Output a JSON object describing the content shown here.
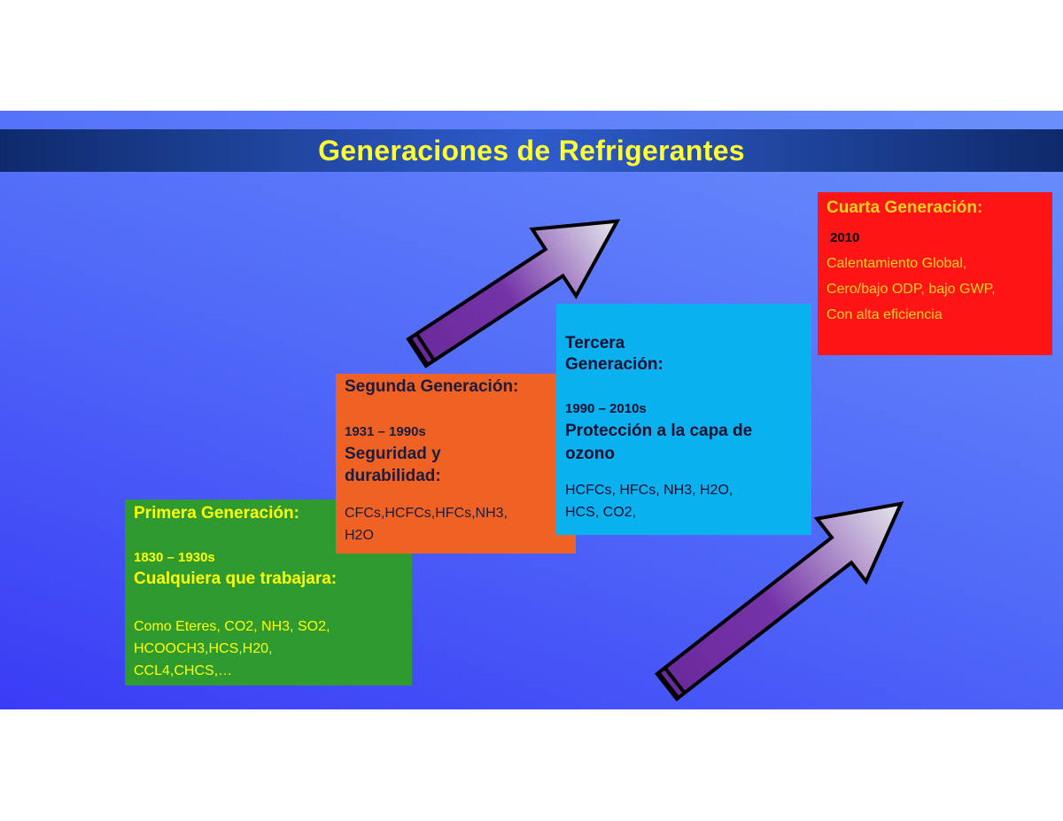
{
  "title": "Generaciones de Refrigerantes",
  "generations": [
    {
      "heading": "Primera Generación:",
      "years": "1830 – 1930s",
      "goal": [
        "Cualquiera que trabajara:"
      ],
      "refrigerants": [
        "Como Eteres, CO2, NH3, SO2,",
        "HCOOCH3,HCS,H20,",
        "CCL4,CHCS,…"
      ]
    },
    {
      "heading": "Segunda Generación:",
      "years": "1931 – 1990s",
      "goal": [
        "Seguridad y",
        "durabilidad:"
      ],
      "refrigerants": [
        "CFCs,HCFCs,HFCs,NH3,",
        "H2O"
      ]
    },
    {
      "heading": [
        "Tercera",
        "Generación:"
      ],
      "years": "1990 – 2010s",
      "goal": [
        "Protección a la capa de",
        "ozono"
      ],
      "refrigerants": [
        "HCFCs, HFCs, NH3, H2O,",
        "HCS, CO2,"
      ]
    },
    {
      "heading": "Cuarta Generación:",
      "years": "2010",
      "refrigerants": [
        "Calentamiento Global,",
        "Cero/bajo ODP, bajo GWP,",
        "Con alta eficiencia"
      ]
    }
  ],
  "colors": {
    "background": "#4f67f8",
    "title_bar": "#1c3f92",
    "title_text": "#ffff33",
    "gen1": "#2e9a30",
    "gen2": "#f06224",
    "gen3": "#0ab1ef",
    "gen4": "#ff1515",
    "arrow": "#7030a0"
  }
}
